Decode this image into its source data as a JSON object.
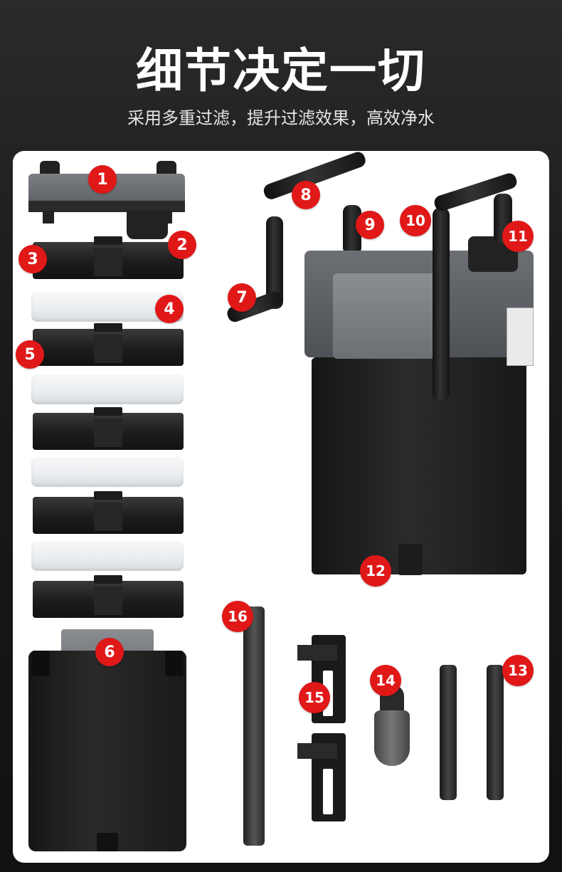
{
  "header": {
    "title": "细节决定一切",
    "subtitle": "采用多重过滤，提升过滤效果，高效净水"
  },
  "labels": [
    "1",
    "2",
    "3",
    "4",
    "5",
    "6",
    "7",
    "8",
    "9",
    "10",
    "11",
    "12",
    "13",
    "14",
    "15",
    "16"
  ],
  "colors": {
    "badge": "#e01818",
    "background": "#1a1a1c",
    "panel": "#ffffff",
    "plastic": "#1e1e1e",
    "lid": "#5e6166",
    "sponge": "#eef0f2"
  }
}
